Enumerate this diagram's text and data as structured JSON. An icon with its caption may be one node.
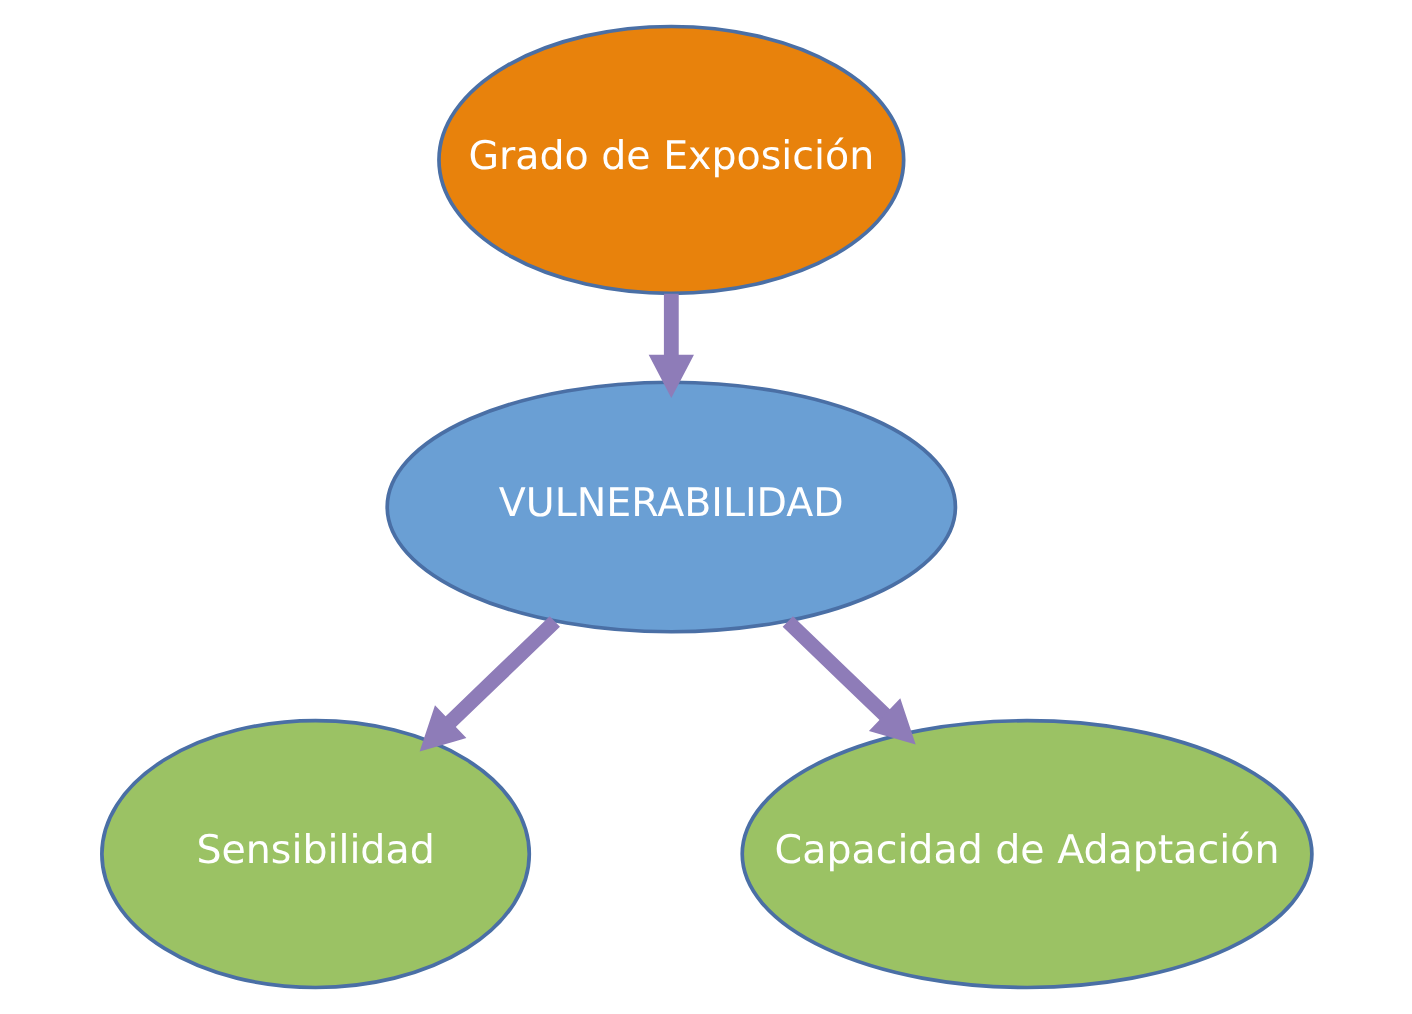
{
  "diagram": {
    "nodes": [
      {
        "text": [
          "Grado de Exposición"
        ]
      },
      {
        "text": [
          "VULNERABILIDAD"
        ]
      },
      {
        "text": [
          "Sensibilidad"
        ]
      },
      {
        "text": [
          "Capacidad de Adaptación"
        ]
      }
    ],
    "edges": [
      {
        "from": 0,
        "to": 1,
        "arrow": "to"
      },
      {
        "from": 1,
        "to": 2,
        "arrow": "to"
      },
      {
        "from": 1,
        "to": 3,
        "arrow": "to"
      }
    ]
  }
}
